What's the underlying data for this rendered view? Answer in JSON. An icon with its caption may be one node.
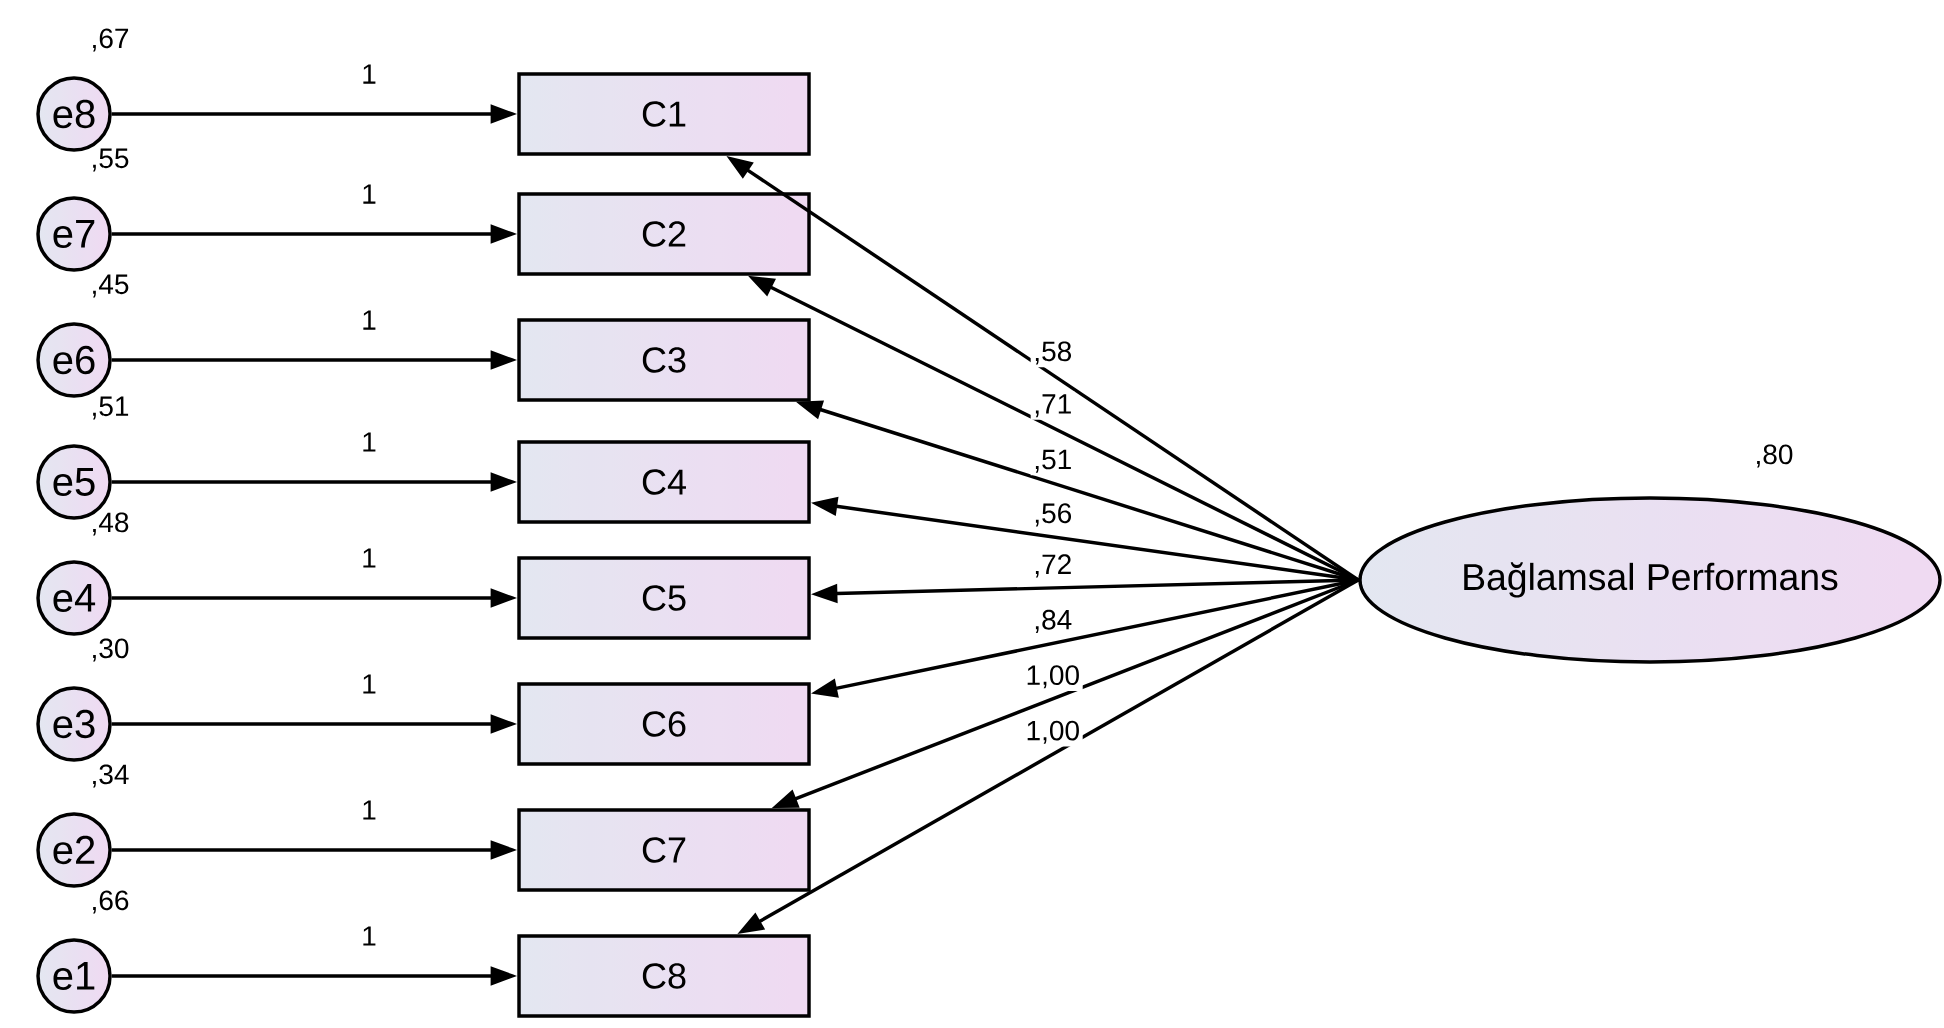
{
  "diagram": {
    "nodes": [
      {
        "text": [
          "e8"
        ]
      },
      {
        "text": [
          "e7"
        ]
      },
      {
        "text": [
          "e6"
        ]
      },
      {
        "text": [
          "e5"
        ]
      },
      {
        "text": [
          "e4"
        ]
      },
      {
        "text": [
          "e3"
        ]
      },
      {
        "text": [
          "e2"
        ]
      },
      {
        "text": [
          "e1"
        ]
      },
      {
        "text": [
          "C1"
        ]
      },
      {
        "text": [
          "C2"
        ]
      },
      {
        "text": [
          "C3"
        ]
      },
      {
        "text": [
          "C4"
        ]
      },
      {
        "text": [
          "C5"
        ]
      },
      {
        "text": [
          "C6"
        ]
      },
      {
        "text": [
          "C7"
        ]
      },
      {
        "text": [
          "C8"
        ]
      },
      {
        "text": [
          "Bağlamsal Performans"
        ],
        "beside": [
          ",80"
        ]
      }
    ],
    "edges": [
      {
        "from": 0,
        "to": 8,
        "arrow": "to",
        "label": "1"
      },
      {
        "from": 1,
        "to": 9,
        "arrow": "to",
        "label": "1"
      },
      {
        "from": 2,
        "to": 10,
        "arrow": "to",
        "label": "1"
      },
      {
        "from": 3,
        "to": 11,
        "arrow": "to",
        "label": "1"
      },
      {
        "from": 4,
        "to": 12,
        "arrow": "to",
        "label": "1"
      },
      {
        "from": 5,
        "to": 13,
        "arrow": "to",
        "label": "1"
      },
      {
        "from": 6,
        "to": 14,
        "arrow": "to",
        "label": "1"
      },
      {
        "from": 7,
        "to": 15,
        "arrow": "to",
        "label": "1"
      },
      {
        "from": 16,
        "to": 8,
        "arrow": "to",
        "label": ",58"
      },
      {
        "from": 16,
        "to": 9,
        "arrow": "to",
        "label": ",71"
      },
      {
        "from": 16,
        "to": 10,
        "arrow": "to",
        "label": ",51"
      },
      {
        "from": 16,
        "to": 11,
        "arrow": "to",
        "label": ",56"
      },
      {
        "from": 16,
        "to": 12,
        "arrow": "to",
        "label": ",72"
      },
      {
        "from": 16,
        "to": 13,
        "arrow": "to",
        "label": ",84"
      },
      {
        "from": 16,
        "to": 14,
        "arrow": "to",
        "label": "1,00"
      },
      {
        "from": 16,
        "to": 15,
        "arrow": "to",
        "label": "1,00"
      }
    ],
    "labels": [
      ",67",
      ",55",
      ",45",
      ",51",
      ",48",
      ",30",
      ",34",
      ",66"
    ]
  }
}
